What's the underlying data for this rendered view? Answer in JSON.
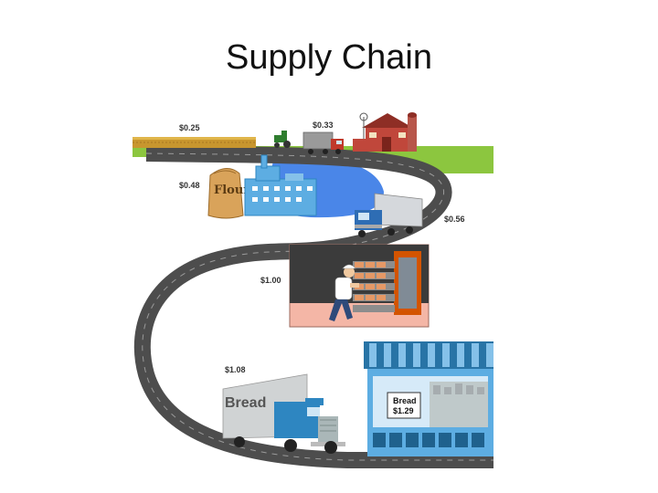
{
  "title": "Supply Chain",
  "stages": [
    {
      "id": "wheat-field",
      "price": "$0.25"
    },
    {
      "id": "grain-truck",
      "price": "$0.33"
    },
    {
      "id": "flour-mill",
      "price": "$0.48"
    },
    {
      "id": "flour-truck",
      "price": "$0.56"
    },
    {
      "id": "bakery",
      "price": "$1.00"
    },
    {
      "id": "bread-truck",
      "price": "$1.08"
    }
  ],
  "store_sign": {
    "line1": "Bread",
    "line2": "$1.29"
  },
  "flour_bag_label": "Flour",
  "bread_truck_label": "Bread"
}
